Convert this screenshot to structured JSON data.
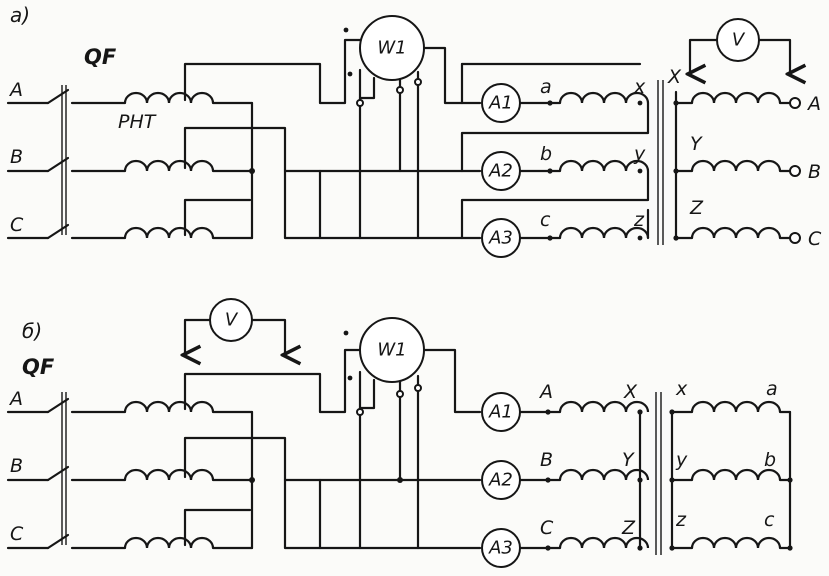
{
  "part_a": {
    "caption": "а)",
    "breaker": "QF",
    "regulator": "РНТ",
    "phases": [
      "A",
      "B",
      "C"
    ],
    "wattmeter": "W1",
    "voltmeter": "V",
    "ammeters": [
      "A1",
      "A2",
      "A3"
    ],
    "primary_start": [
      "a",
      "b",
      "c"
    ],
    "primary_end": [
      "x",
      "y",
      "z"
    ],
    "secondary_start": [
      "X",
      "Y",
      "Z"
    ],
    "outputs": [
      "A",
      "B",
      "C"
    ]
  },
  "part_b": {
    "caption": "б)",
    "breaker": "QF",
    "phases": [
      "A",
      "B",
      "C"
    ],
    "wattmeter": "W1",
    "voltmeter": "V",
    "ammeters": [
      "A1",
      "A2",
      "A3"
    ],
    "primary_start": [
      "A",
      "B",
      "C"
    ],
    "primary_end": [
      "X",
      "Y",
      "Z"
    ],
    "secondary_start": [
      "x",
      "y",
      "z"
    ],
    "secondary_end": [
      "a",
      "b",
      "c"
    ]
  }
}
